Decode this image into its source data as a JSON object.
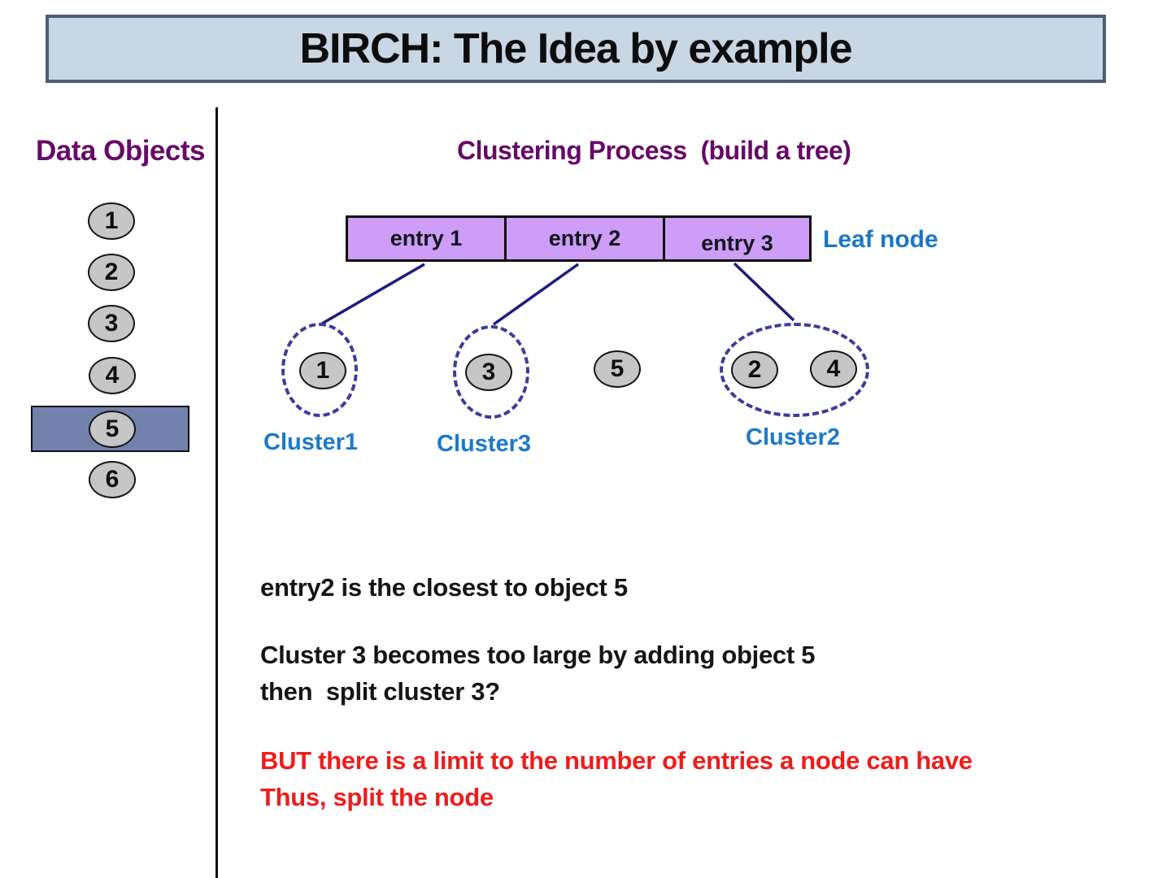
{
  "title": "BIRCH: The Idea by example",
  "left_panel": {
    "heading": "Data Objects",
    "objects": [
      "1",
      "2",
      "3",
      "4",
      "5",
      "6"
    ],
    "highlighted_object": "5"
  },
  "clustering": {
    "heading": "Clustering Process  (build a tree)",
    "leaf_node_entries": [
      "entry 1",
      "entry 2",
      "entry 3"
    ],
    "leaf_node_label": "Leaf node",
    "clusters": [
      {
        "label": "Cluster1",
        "members": [
          "1"
        ]
      },
      {
        "label": "Cluster3",
        "members": [
          "3"
        ]
      },
      {
        "label": "Cluster2",
        "members": [
          "2",
          "4"
        ]
      }
    ],
    "unclustered_object": "5"
  },
  "notes": {
    "line1": "entry2 is the closest to object 5",
    "line2a": "Cluster 3 becomes too large by adding object 5",
    "line2b": "then  split cluster 3?",
    "warning1": "BUT there is a limit to the number of entries a node can have",
    "warning2": "Thus, split the node"
  },
  "colors": {
    "title_background": "#c9d6e4",
    "title_border": "#4d5c77",
    "purple_heading": "#660a66",
    "leaf_node_fill": "#cd9df8",
    "blue_label": "#1b76c4",
    "connector_navy": "#1b1b80",
    "cluster_dash": "#3c3c9c",
    "object_fill": "#c6c6c6",
    "highlight_fill": "#7282ac",
    "warning_red": "#ee1c1c"
  }
}
